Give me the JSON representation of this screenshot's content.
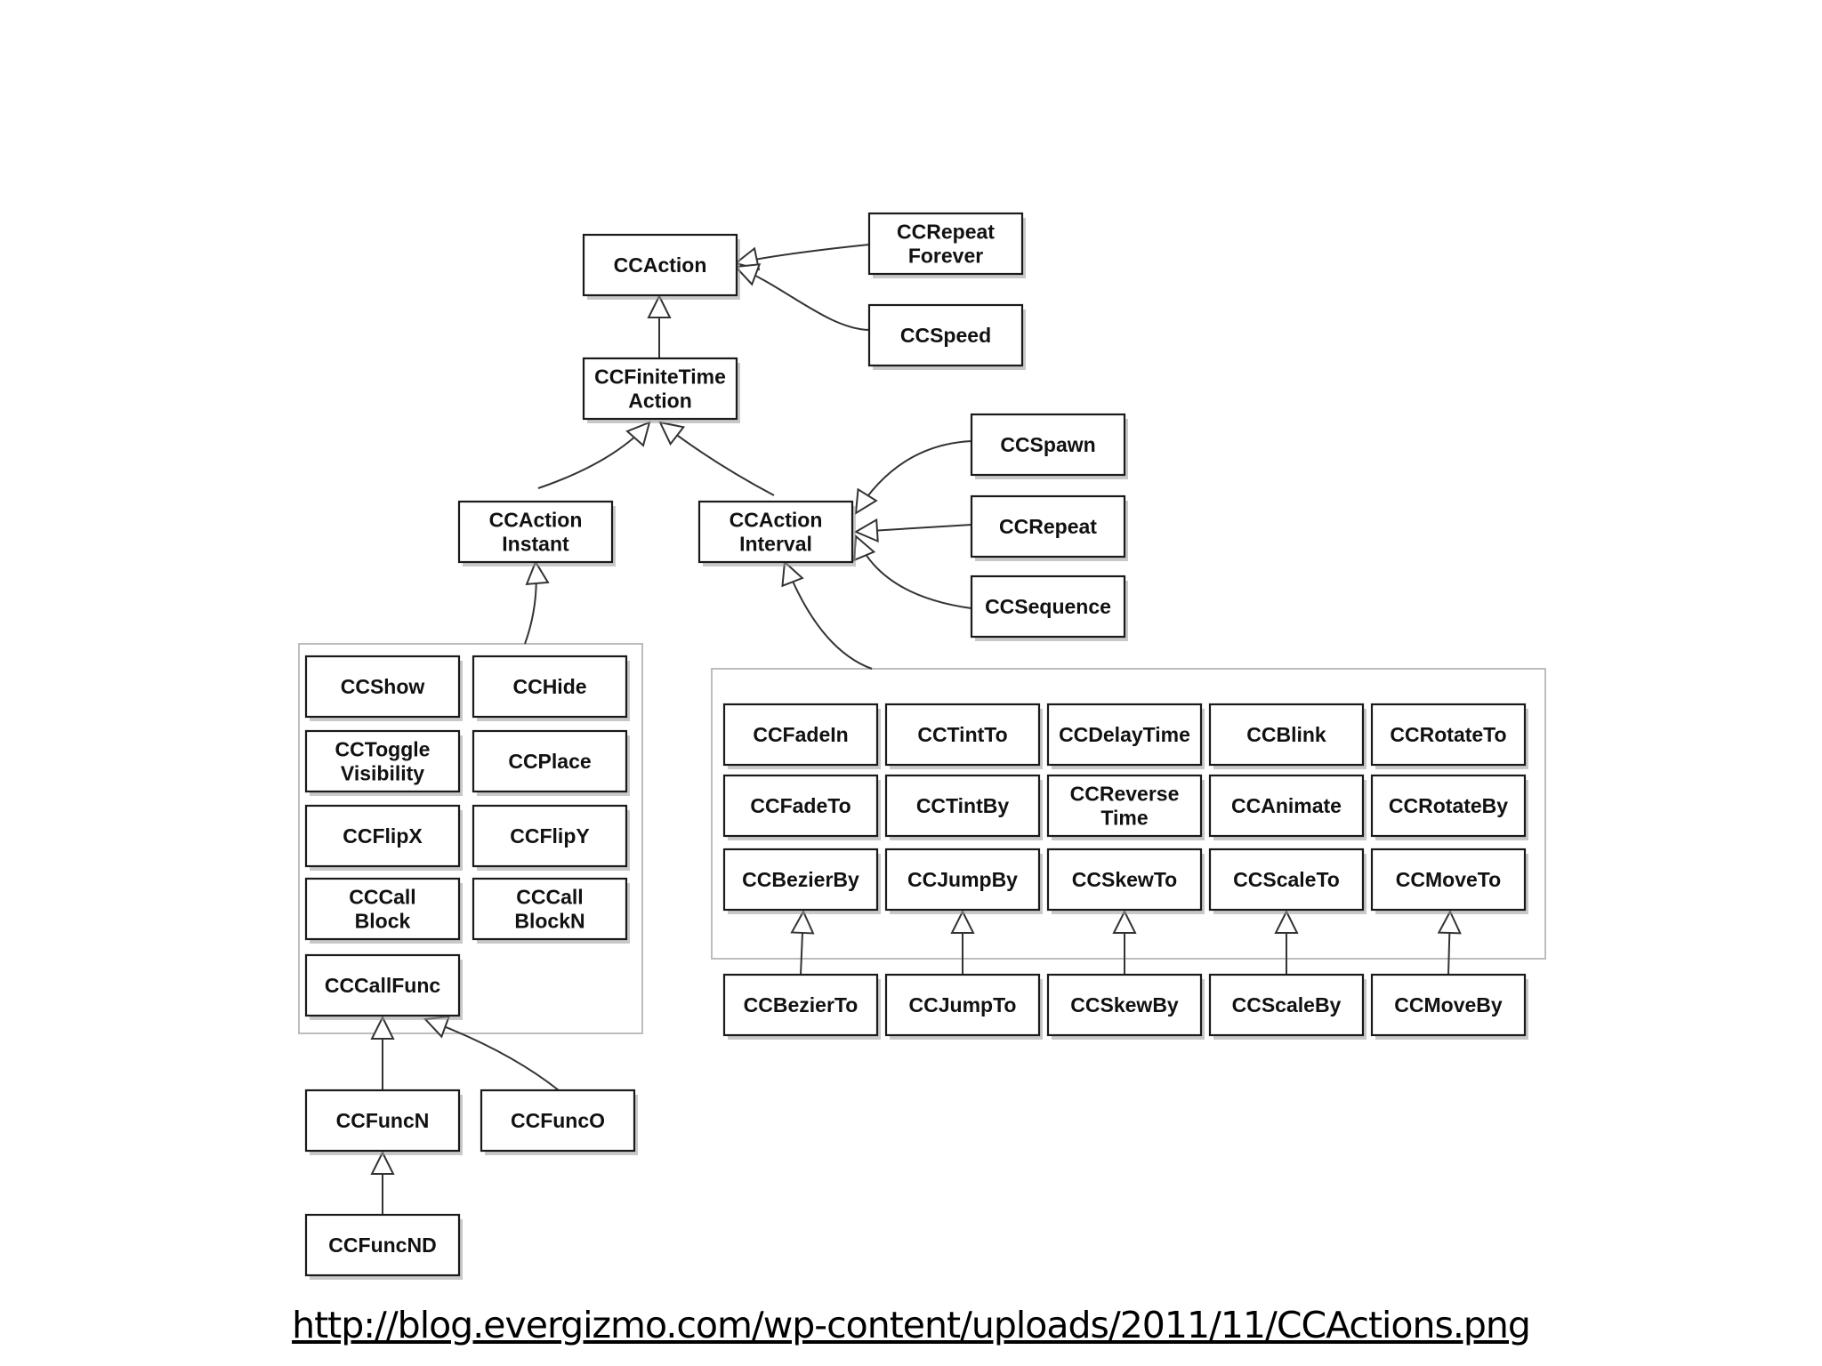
{
  "diagram": {
    "nodes": [
      {
        "id": "CCAction",
        "lines": [
          "CCAction"
        ]
      },
      {
        "id": "CCRepeatForever",
        "lines": [
          "CCRepeat",
          "Forever"
        ]
      },
      {
        "id": "CCSpeed",
        "lines": [
          "CCSpeed"
        ]
      },
      {
        "id": "CCFiniteTimeAction",
        "lines": [
          "CCFiniteTime",
          "Action"
        ]
      },
      {
        "id": "CCActionInstant",
        "lines": [
          "CCAction",
          "Instant"
        ]
      },
      {
        "id": "CCActionInterval",
        "lines": [
          "CCAction",
          "Interval"
        ]
      },
      {
        "id": "CCSpawn",
        "lines": [
          "CCSpawn"
        ]
      },
      {
        "id": "CCRepeat",
        "lines": [
          "CCRepeat"
        ]
      },
      {
        "id": "CCSequence",
        "lines": [
          "CCSequence"
        ]
      },
      {
        "id": "CCShow",
        "lines": [
          "CCShow"
        ]
      },
      {
        "id": "CCHide",
        "lines": [
          "CCHide"
        ]
      },
      {
        "id": "CCToggleVisibility",
        "lines": [
          "CCToggle",
          "Visibility"
        ]
      },
      {
        "id": "CCPlace",
        "lines": [
          "CCPlace"
        ]
      },
      {
        "id": "CCFlipX",
        "lines": [
          "CCFlipX"
        ]
      },
      {
        "id": "CCFlipY",
        "lines": [
          "CCFlipY"
        ]
      },
      {
        "id": "CCCallBlock",
        "lines": [
          "CCCall",
          "Block"
        ]
      },
      {
        "id": "CCCallBlockN",
        "lines": [
          "CCCall",
          "BlockN"
        ]
      },
      {
        "id": "CCCallFunc",
        "lines": [
          "CCCallFunc"
        ]
      },
      {
        "id": "CCFuncN",
        "lines": [
          "CCFuncN"
        ]
      },
      {
        "id": "CCFuncO",
        "lines": [
          "CCFuncO"
        ]
      },
      {
        "id": "CCFuncND",
        "lines": [
          "CCFuncND"
        ]
      },
      {
        "id": "CCFadeIn",
        "lines": [
          "CCFadeIn"
        ]
      },
      {
        "id": "CCTintTo",
        "lines": [
          "CCTintTo"
        ]
      },
      {
        "id": "CCDelayTime",
        "lines": [
          "CCDelayTime"
        ]
      },
      {
        "id": "CCBlink",
        "lines": [
          "CCBlink"
        ]
      },
      {
        "id": "CCRotateTo",
        "lines": [
          "CCRotateTo"
        ]
      },
      {
        "id": "CCFadeTo",
        "lines": [
          "CCFadeTo"
        ]
      },
      {
        "id": "CCTintBy",
        "lines": [
          "CCTintBy"
        ]
      },
      {
        "id": "CCReverseTime",
        "lines": [
          "CCReverse",
          "Time"
        ]
      },
      {
        "id": "CCAnimate",
        "lines": [
          "CCAnimate"
        ]
      },
      {
        "id": "CCRotateBy",
        "lines": [
          "CCRotateBy"
        ]
      },
      {
        "id": "CCBezierBy",
        "lines": [
          "CCBezierBy"
        ]
      },
      {
        "id": "CCJumpBy",
        "lines": [
          "CCJumpBy"
        ]
      },
      {
        "id": "CCSkewTo",
        "lines": [
          "CCSkewTo"
        ]
      },
      {
        "id": "CCScaleTo",
        "lines": [
          "CCScaleTo"
        ]
      },
      {
        "id": "CCMoveTo",
        "lines": [
          "CCMoveTo"
        ]
      },
      {
        "id": "CCBezierTo",
        "lines": [
          "CCBezierTo"
        ]
      },
      {
        "id": "CCJumpTo",
        "lines": [
          "CCJumpTo"
        ]
      },
      {
        "id": "CCSkewBy",
        "lines": [
          "CCSkewBy"
        ]
      },
      {
        "id": "CCScaleBy",
        "lines": [
          "CCScaleBy"
        ]
      },
      {
        "id": "CCMoveBy",
        "lines": [
          "CCMoveBy"
        ]
      }
    ],
    "edges": [
      {
        "from": "CCRepeatForever",
        "to": "CCAction"
      },
      {
        "from": "CCSpeed",
        "to": "CCAction"
      },
      {
        "from": "CCFiniteTimeAction",
        "to": "CCAction"
      },
      {
        "from": "CCActionInstant",
        "to": "CCFiniteTimeAction"
      },
      {
        "from": "CCActionInterval",
        "to": "CCFiniteTimeAction"
      },
      {
        "from": "CCSpawn",
        "to": "CCActionInterval"
      },
      {
        "from": "CCRepeat",
        "to": "CCActionInterval"
      },
      {
        "from": "CCSequence",
        "to": "CCActionInterval"
      },
      {
        "from": "instant-group",
        "to": "CCActionInstant"
      },
      {
        "from": "interval-group",
        "to": "CCActionInterval"
      },
      {
        "from": "CCFuncN",
        "to": "CCCallFunc"
      },
      {
        "from": "CCFuncO",
        "to": "CCCallFunc"
      },
      {
        "from": "CCFuncND",
        "to": "CCFuncN"
      },
      {
        "from": "CCBezierTo",
        "to": "CCBezierBy"
      },
      {
        "from": "CCJumpTo",
        "to": "CCJumpBy"
      },
      {
        "from": "CCSkewBy",
        "to": "CCSkewTo"
      },
      {
        "from": "CCScaleBy",
        "to": "CCScaleTo"
      },
      {
        "from": "CCMoveBy",
        "to": "CCMoveTo"
      }
    ],
    "groups": [
      {
        "id": "instant-group",
        "members": [
          "CCShow",
          "CCHide",
          "CCToggleVisibility",
          "CCPlace",
          "CCFlipX",
          "CCFlipY",
          "CCCallBlock",
          "CCCallBlockN",
          "CCCallFunc"
        ]
      },
      {
        "id": "interval-group",
        "members": [
          "CCFadeIn",
          "CCTintTo",
          "CCDelayTime",
          "CCBlink",
          "CCRotateTo",
          "CCFadeTo",
          "CCTintBy",
          "CCReverseTime",
          "CCAnimate",
          "CCRotateBy",
          "CCBezierBy",
          "CCJumpBy",
          "CCSkewTo",
          "CCScaleTo",
          "CCMoveTo"
        ]
      }
    ]
  },
  "source_url": "http://blog.evergizmo.com/wp-content/uploads/2011/11/CCActions.png"
}
